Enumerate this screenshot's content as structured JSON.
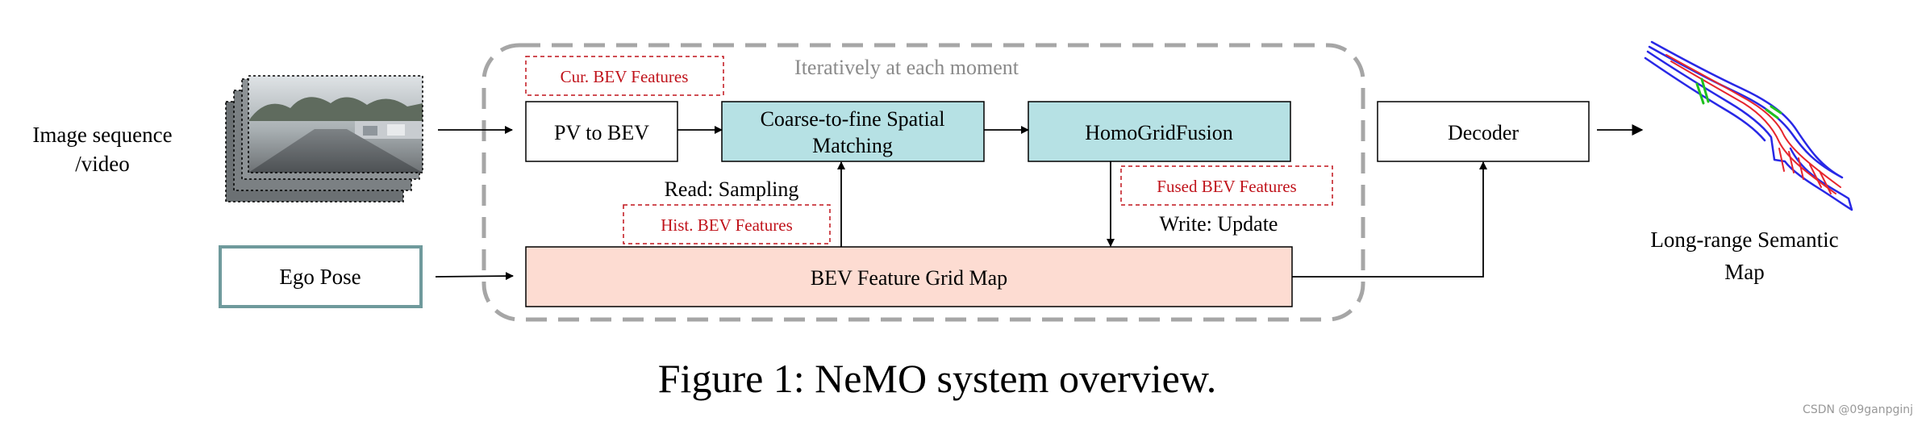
{
  "figure": {
    "caption": "Figure 1: NeMO system overview.",
    "watermark": "CSDN @09ganpginj"
  },
  "colors": {
    "cyan_fill": "#b6e1e4",
    "salmon_fill": "#fddcd2",
    "red_text": "#c0131b",
    "ego_border": "#6f9a9c",
    "dash_border": "#a6a6a6",
    "gray_text": "#8a8a8a",
    "map_blue": "#2828e6",
    "map_red": "#e6262e",
    "map_green": "#1fc11f"
  },
  "inputs": {
    "image_sequence_line1": "Image sequence",
    "image_sequence_line2": "/video",
    "ego_pose": "Ego Pose"
  },
  "loop": {
    "title": "Iteratively at each moment",
    "cur_features": "Cur. BEV Features",
    "pv_to_bev": "PV to BEV",
    "matching_line1": "Coarse-to-fine Spatial",
    "matching_line2": "Matching",
    "fusion": "HomoGridFusion",
    "read_label": "Read: Sampling",
    "hist_features": "Hist. BEV Features",
    "fused_features": "Fused BEV Features",
    "write_label": "Write: Update",
    "grid_map": "BEV Feature Grid Map"
  },
  "output": {
    "decoder": "Decoder",
    "map_line1": "Long-range Semantic",
    "map_line2": "Map"
  }
}
